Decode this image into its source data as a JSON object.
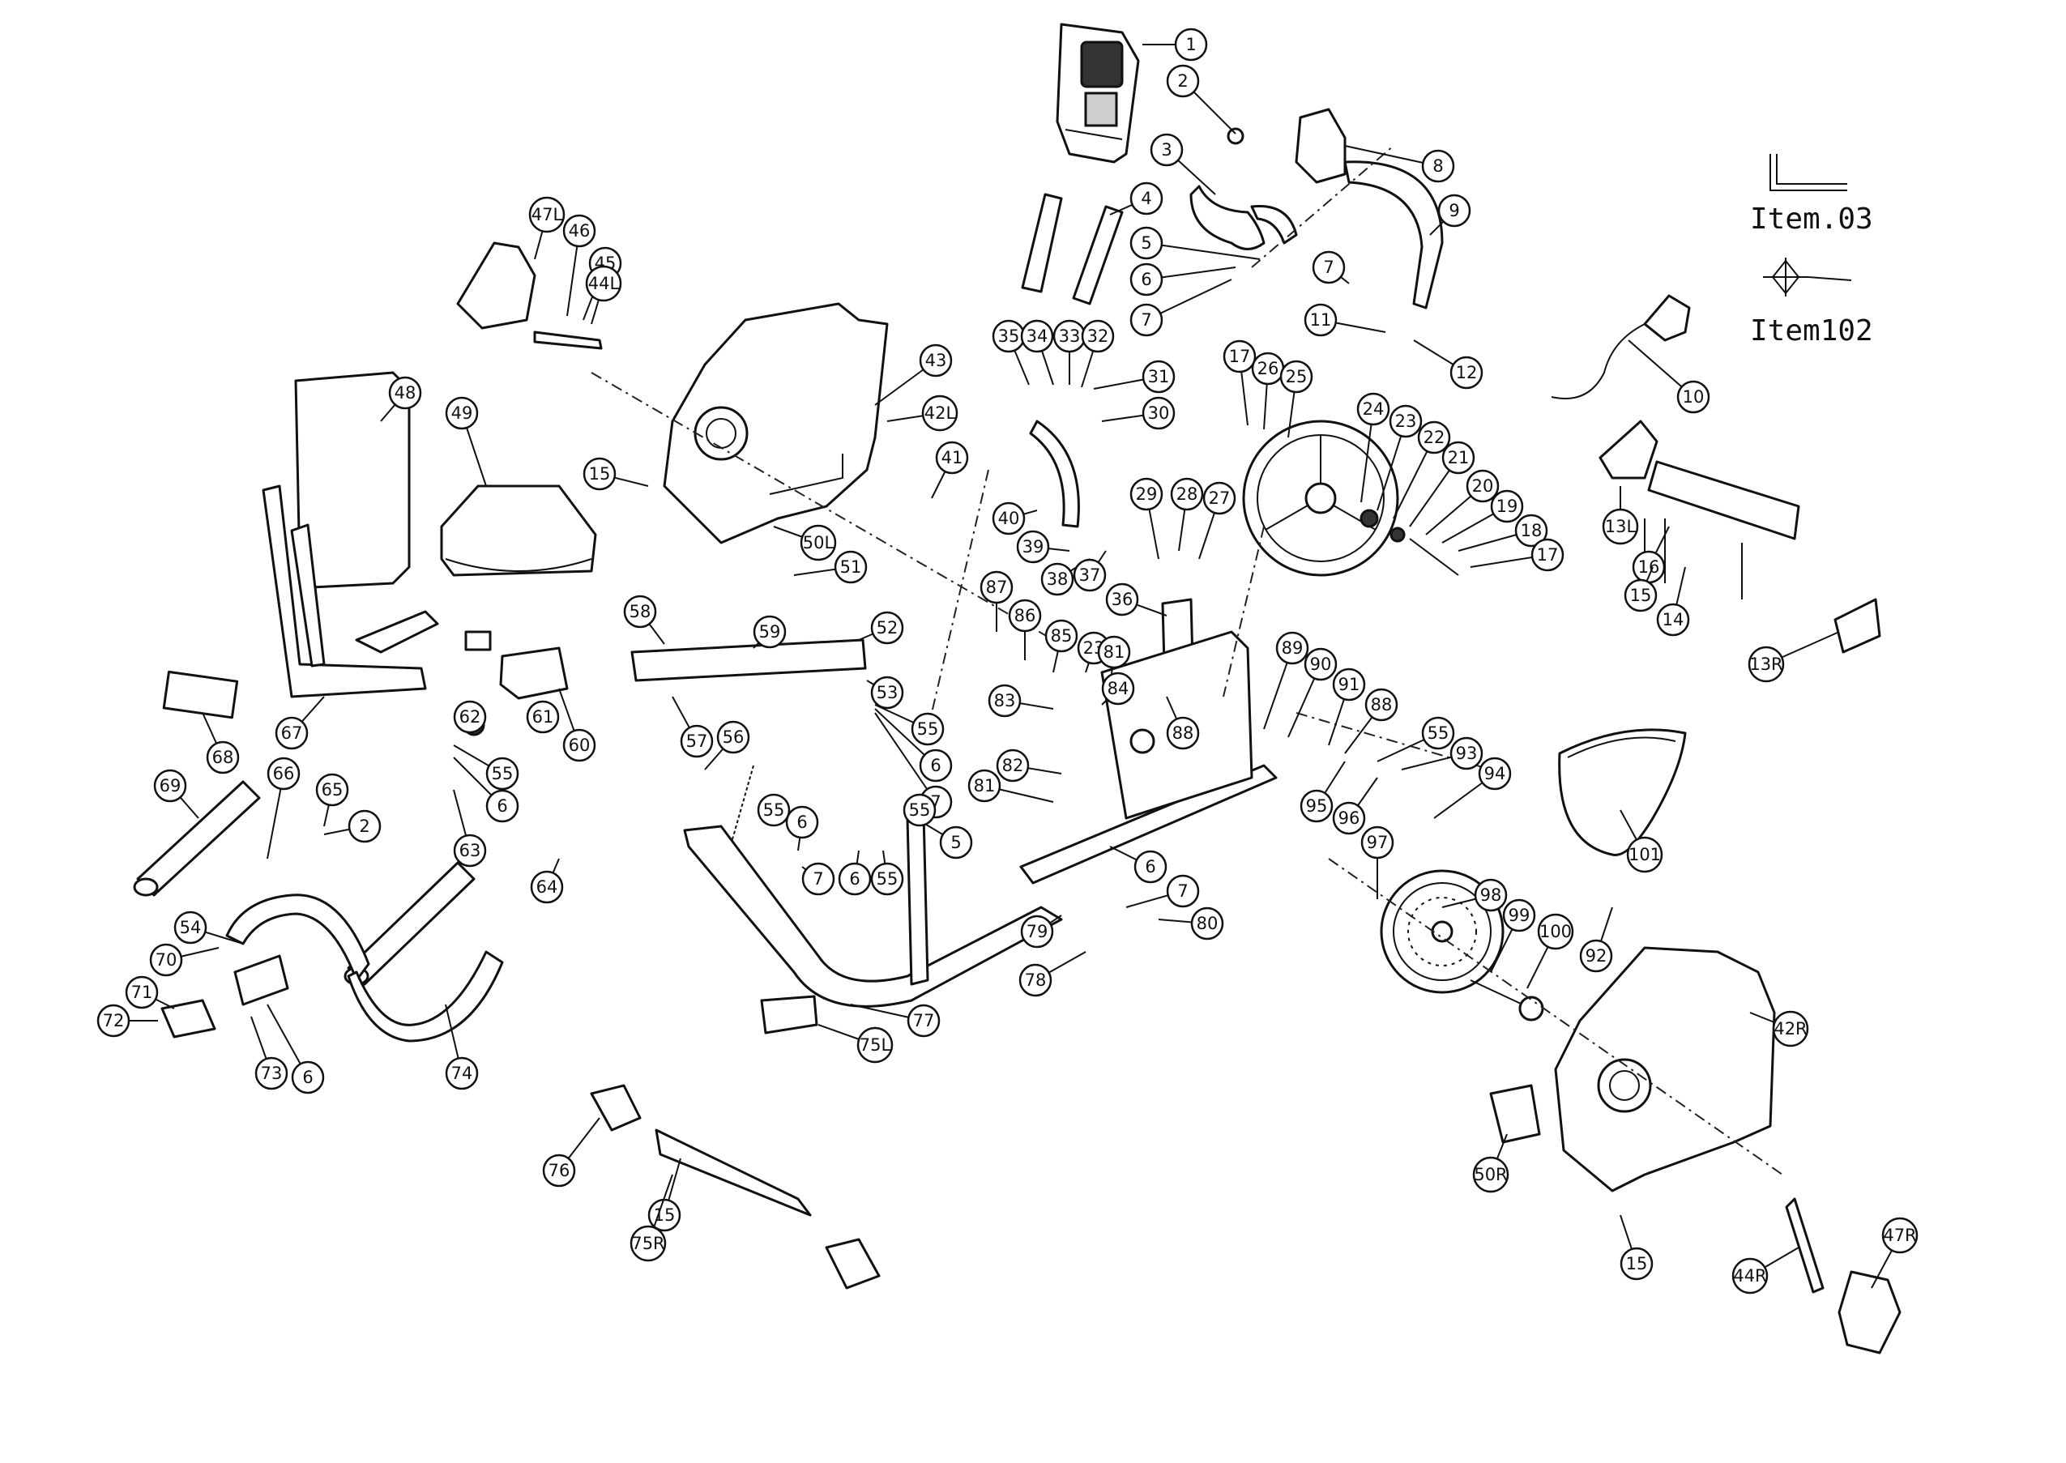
{
  "legend": {
    "tool_1": "Item.03",
    "tool_2": "Item102"
  },
  "callouts": [
    "1",
    "2",
    "3",
    "4",
    "5",
    "6",
    "7",
    "8",
    "9",
    "7",
    "11",
    "12",
    "10",
    "35",
    "34",
    "33",
    "32",
    "31",
    "30",
    "17",
    "26",
    "25",
    "24",
    "23",
    "22",
    "21",
    "20",
    "19",
    "18",
    "17",
    "47L",
    "46",
    "45",
    "44L",
    "43",
    "42L",
    "41",
    "15",
    "50L",
    "51",
    "48",
    "49",
    "58",
    "59",
    "52",
    "53",
    "55",
    "6",
    "7",
    "87",
    "86",
    "85",
    "23",
    "81",
    "84",
    "83",
    "82",
    "81",
    "40",
    "39",
    "38",
    "37",
    "36",
    "29",
    "28",
    "27",
    "88",
    "89",
    "90",
    "91",
    "88",
    "55",
    "93",
    "94",
    "95",
    "96",
    "97",
    "98",
    "99",
    "100",
    "92",
    "101",
    "13L",
    "16",
    "15",
    "14",
    "13R",
    "42R",
    "50R",
    "15",
    "44R",
    "47R",
    "67",
    "68",
    "62",
    "55",
    "6",
    "63",
    "60",
    "61",
    "57",
    "56",
    "69",
    "66",
    "65",
    "2",
    "64",
    "54",
    "70",
    "71",
    "72",
    "73",
    "6",
    "74",
    "55",
    "6",
    "7",
    "6",
    "55",
    "5",
    "55",
    "6",
    "7",
    "80",
    "79",
    "78",
    "77",
    "75L",
    "76",
    "15",
    "75R"
  ]
}
